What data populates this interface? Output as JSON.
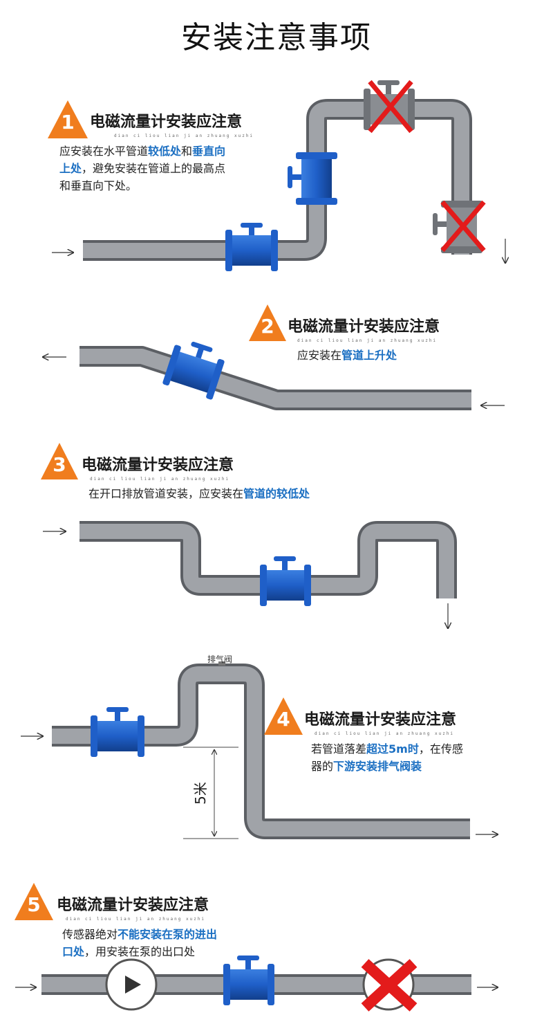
{
  "title": "安装注意事项",
  "colors": {
    "pipe": "#8a8d92",
    "meter": "#1f5fc8",
    "accent_orange": "#f07d1e",
    "highlight_blue": "#1b6fc2",
    "cross_red": "#e31b1b"
  },
  "sections": [
    {
      "number": "1",
      "heading": "电磁流量计安装应注意",
      "pinyin": "dian ci liou lian ji an zhuang xuzhi",
      "lines": [
        [
          {
            "t": "应安装在水平管道"
          },
          {
            "t": "较低处",
            "hl": true
          },
          {
            "t": "和"
          },
          {
            "t": "垂直向",
            "hl": true
          }
        ],
        [
          {
            "t": "上处",
            "hl": true
          },
          {
            "t": "，避免安装在管道上的最高点"
          }
        ],
        [
          {
            "t": "和垂直向下处。"
          }
        ]
      ]
    },
    {
      "number": "2",
      "heading": "电磁流量计安装应注意",
      "pinyin": "dian ci liou lian ji an zhuang xuzhi",
      "lines": [
        [
          {
            "t": "应安装在"
          },
          {
            "t": "管道上升处",
            "hl": true
          }
        ]
      ]
    },
    {
      "number": "3",
      "heading": "电磁流量计安装应注意",
      "pinyin": "dian ci liou lian ji an zhuang xuzhi",
      "lines": [
        [
          {
            "t": "在开口排放管道安装，应安装在"
          },
          {
            "t": "管道的较低处",
            "hl": true
          }
        ]
      ]
    },
    {
      "number": "4",
      "heading": "电磁流量计安装应注意",
      "pinyin": "dian ci liou lian ji an zhuang xuzhi",
      "lines": [
        [
          {
            "t": "若管道落差"
          },
          {
            "t": "超过5m时",
            "hl": true
          },
          {
            "t": "，在传感"
          }
        ],
        [
          {
            "t": "器的"
          },
          {
            "t": "下游安装排气阀装",
            "hl": true
          }
        ]
      ],
      "valve_label": "排气阀",
      "dimension_label": "5米"
    },
    {
      "number": "5",
      "heading": "电磁流量计安装应注意",
      "pinyin": "dian ci liou lian ji an zhuang xuzhi",
      "lines": [
        [
          {
            "t": "传感器绝对"
          },
          {
            "t": "不能安装在泵的进出",
            "hl": true
          }
        ],
        [
          {
            "t": "口处",
            "hl": true
          },
          {
            "t": "，用安装在泵的出口处"
          }
        ]
      ]
    }
  ]
}
